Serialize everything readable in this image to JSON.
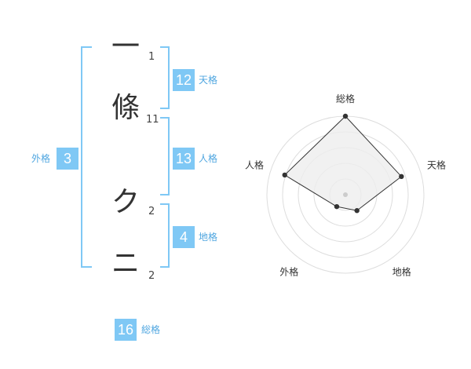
{
  "colors": {
    "bracket": "#7fc8f5",
    "badge_bg": "#7fc8f5",
    "badge_text": "#ffffff",
    "label": "#4fa6e0",
    "radar_fill": "#eeeeee",
    "radar_line": "#333333",
    "ring": "#dddddd"
  },
  "characters": [
    {
      "char": "一",
      "strokes": "1"
    },
    {
      "char": "條",
      "strokes": "11"
    },
    {
      "char": "ク",
      "strokes": "2"
    },
    {
      "char": "ニ",
      "strokes": "2"
    }
  ],
  "kaku": {
    "ten": {
      "value": "12",
      "label": "天格"
    },
    "jin": {
      "value": "13",
      "label": "人格"
    },
    "chi": {
      "value": "4",
      "label": "地格"
    },
    "gai": {
      "value": "3",
      "label": "外格"
    },
    "sou": {
      "value": "16",
      "label": "総格"
    }
  },
  "chart_data": {
    "type": "radar",
    "axes": [
      "総格",
      "天格",
      "地格",
      "外格",
      "人格"
    ],
    "values": [
      16,
      12,
      4,
      3,
      13
    ],
    "max": 16,
    "rings": 5,
    "title": ""
  }
}
